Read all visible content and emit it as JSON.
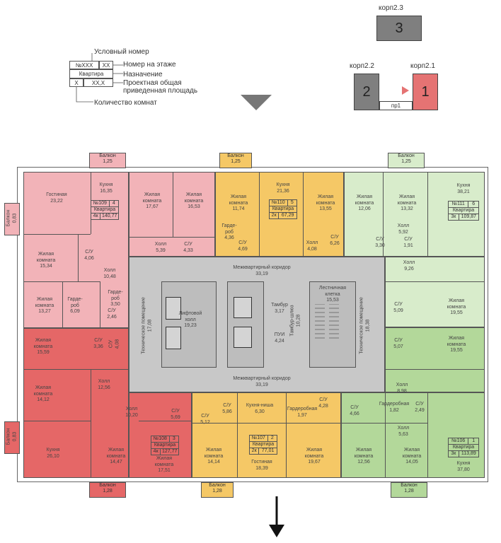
{
  "legend": {
    "conditional_number": "Условный номер",
    "floor_number": "Номер на этаже",
    "purpose": "Назначение",
    "area": "Проектная общая\nприведенная площадь",
    "rooms": "Количество комнат",
    "box_no": "№XXX",
    "box_floor": "XX",
    "box_purpose": "Квартира",
    "box_rooms": "X",
    "box_area": "XX,X"
  },
  "buildings": {
    "k23_label": "корп2.3",
    "k23_num": "3",
    "k22_label": "корп2.2",
    "k22_num": "2",
    "k21_label": "корп2.1",
    "k21_num": "1",
    "pass": "пр1"
  },
  "colors": {
    "apt109": "#f2b3b8",
    "apt108": "#e56767",
    "apt110": "#f5c866",
    "apt111": "#d8eccb",
    "apt106": "#b3d89a",
    "corridor": "#c8c8c8"
  },
  "apartments": {
    "a109": {
      "no": "№109",
      "floor": "4",
      "type": "Квартира",
      "rooms": "4к",
      "area": "140,77"
    },
    "a110": {
      "no": "№110",
      "floor": "5",
      "type": "Квартира",
      "rooms": "2к",
      "area": "67,29"
    },
    "a111": {
      "no": "№111",
      "floor": "6",
      "type": "Квартира",
      "rooms": "3к",
      "area": "109,87"
    },
    "a108": {
      "no": "№108",
      "floor": "3",
      "type": "Квартира",
      "rooms": "4к",
      "area": "127,77"
    },
    "a107": {
      "no": "№107",
      "floor": "2",
      "type": "Квартира",
      "rooms": "2к",
      "area": "77,01"
    },
    "a106": {
      "no": "№106",
      "floor": "1",
      "type": "Квартира",
      "rooms": "3к",
      "area": "113,89"
    }
  },
  "balconies": {
    "b_top_pink": "Балкон\n1,25",
    "b_top_yellow": "Балкон\n1,25",
    "b_top_green": "Балкон\n1,25",
    "b_left_top": "Балкон\n0,83",
    "b_left_bottom": "Балкон\n0,83",
    "b_bot_red": "Балкон\n1,28",
    "b_bot_yellow": "Балкон\n1,28",
    "b_bot_green": "Балкон\n1,28"
  },
  "rooms": {
    "r_gost_109": "Гостиная\n23,22",
    "r_kitchen_109": "Кухня\n16,35",
    "r_lr_17_67": "Жилая\nкомната\n17,67",
    "r_lr_16_53": "Жилая\nкомната\n16,53",
    "r_lr_15_34": "Жилая\nкомната\n15,34",
    "r_su_4_06": "С/У\n4,06",
    "r_hall_10_48": "Холл\n10,48",
    "r_hall_5_39": "Холл\n5,39",
    "r_su_4_33": "С/У\n4,33",
    "r_lr_13_27": "Жилая\nкомната\n13,27",
    "r_gard_6_09": "Гарде-\nроб\n6,09",
    "r_gard_3_50": "Гарде-\nроб\n3,50",
    "r_su_2_46": "С/У\n2,46",
    "r_lr_11_74": "Жилая\nкомната\n11,74",
    "r_kitchen_21_36": "Кухня\n21,36",
    "r_lr_13_55": "Жилая\nкомната\n13,55",
    "r_gard_4_36": "Гарде-\nроб\n4,36",
    "r_su_4_69": "С/У\n4,69",
    "r_hall_4_08": "Холл\n4,08",
    "r_su_6_26": "С/У\n6,26",
    "r_lr_12_06": "Жилая\nкомната\n12,06",
    "r_lr_13_32": "Жилая\nкомната\n13,32",
    "r_kitchen_38_21": "Кухня\n38,21",
    "r_hall_5_92": "Холл\n5,92",
    "r_su_3_30": "С/У\n3,30",
    "r_su_1_91": "С/У\n1,91",
    "r_hall_9_26": "Холл\n9,26",
    "r_su_5_09": "С/У\n5,09",
    "r_lr_19_55a": "Жилая\nкомната\n19,55",
    "r_su_5_07": "С/У\n5,07",
    "r_lr_19_55b": "Жилая\nкомната\n19,55",
    "r_corr_top": "Межквартирный коридор\n33,19",
    "r_corr_bot": "Межквартирный коридор\n33,19",
    "r_lift_hall": "Лифтовой\nхолл\n19,23",
    "r_tambur": "Тамбур\n3,17",
    "r_pui": "ПУИ\n4,24",
    "r_tambur_shl": "Тамбур-шлюз\n10,28",
    "r_stairs": "Лестничная\nклетка\n15,53",
    "r_tech_left": "Техническое помещение\n17,08",
    "r_tech_right": "Техническое помещение\n18,38",
    "r_lr_15_59": "Жилая\nкомната\n15,59",
    "r_su_3_36": "С/У\n3,36",
    "r_su_4_08": "С/У\n4,08",
    "r_lr_14_12": "Жилая\nкомната\n14,12",
    "r_hall_12_56": "Холл\n12,56",
    "r_hall_10_20": "Холл\n10,20",
    "r_su_5_69": "С/У\n5,69",
    "r_kitchen_26_10": "Кухня\n26,10",
    "r_lr_14_47": "Жилая\nкомната\n14,47",
    "r_lr_17_51": "Жилая\nкомната\n17,51",
    "r_su_5_86": "С/У\n5,86",
    "r_kn_6_30": "Кухня-ниша\n6,30",
    "r_gard_1_97": "Гардеробная\n1,97",
    "r_su_4_28": "С/У\n4,28",
    "r_su_5_12": "С/У\n5,12",
    "r_lr_14_14": "Жилая\nкомната\n14,14",
    "r_gost_18_39": "Гостиная\n18,39",
    "r_lr_19_67": "Жилая\nкомната\n19,67",
    "r_hall_8_98": "Холл\n8,98",
    "r_gard_1_82": "Гардеробная\n1,82",
    "r_su_2_49": "С/У\n2,49",
    "r_su_4_66": "С/У\n4,66",
    "r_hall_5_63": "Холл\n5,63",
    "r_lr_12_56": "Жилая\nкомната\n12,56",
    "r_lr_14_05": "Жилая\nкомната\n14,05",
    "r_kitchen_37_80": "Кухня\n37,80"
  }
}
